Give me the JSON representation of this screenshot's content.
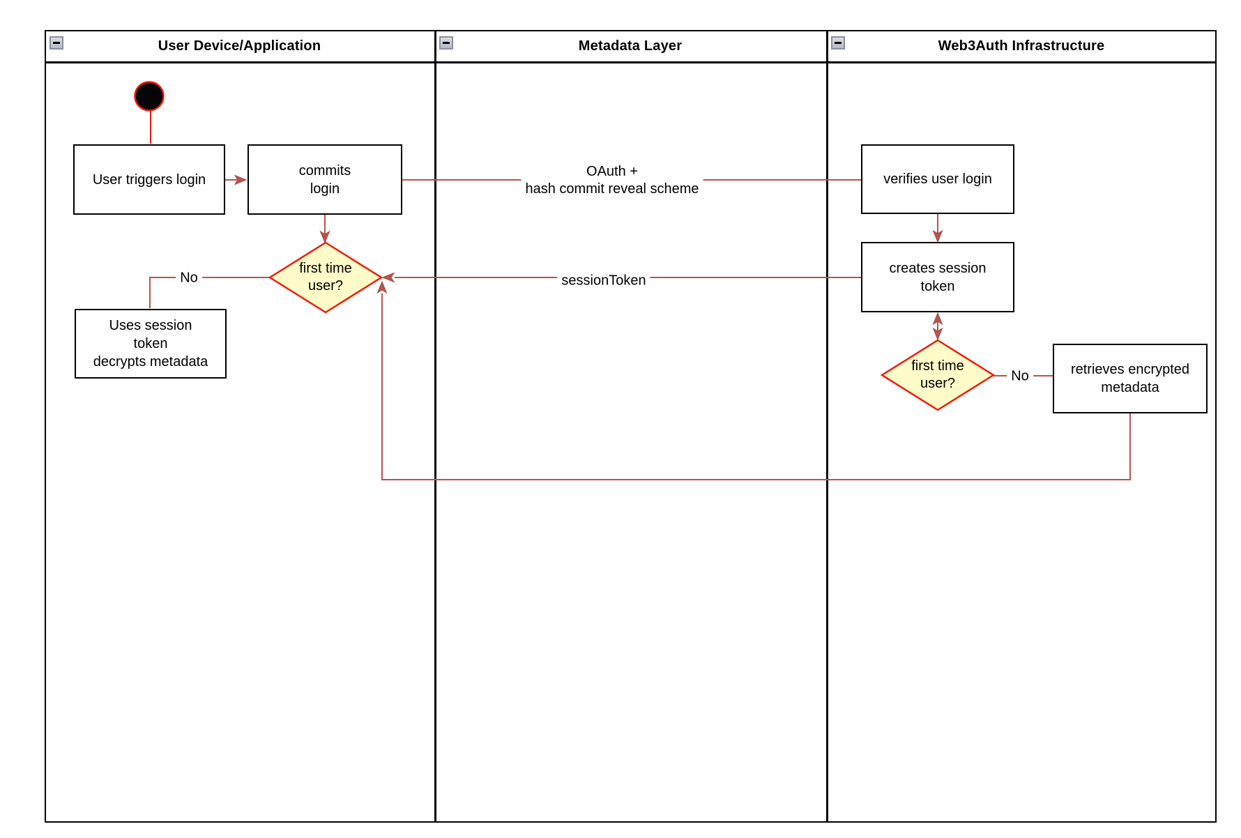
{
  "colors": {
    "connector": "#b85450",
    "accent_red": "#ee1e0c",
    "decision_fill": "#fffcc9",
    "node_border": "#000000",
    "lane_border": "#000000"
  },
  "lanes": [
    {
      "title": "User Device/Application"
    },
    {
      "title": "Metadata Layer"
    },
    {
      "title": "Web3Auth Infrastructure"
    }
  ],
  "nodes": {
    "user_triggers_login": "User triggers login",
    "commits_login": "commits\nlogin",
    "first_time_user_app": "first time\nuser?",
    "uses_session_token": "Uses session\ntoken\ndecrypts metadata",
    "verifies_user_login": "verifies user login",
    "creates_session_token": "creates session\ntoken",
    "first_time_user_infra": "first time\nuser?",
    "retrieves_encrypted_metadata": "retrieves encrypted\nmetadata"
  },
  "edge_labels": {
    "oauth": "OAuth +\nhash commit reveal scheme",
    "session_token": "sessionToken",
    "no_app": "No",
    "no_infra": "No"
  }
}
